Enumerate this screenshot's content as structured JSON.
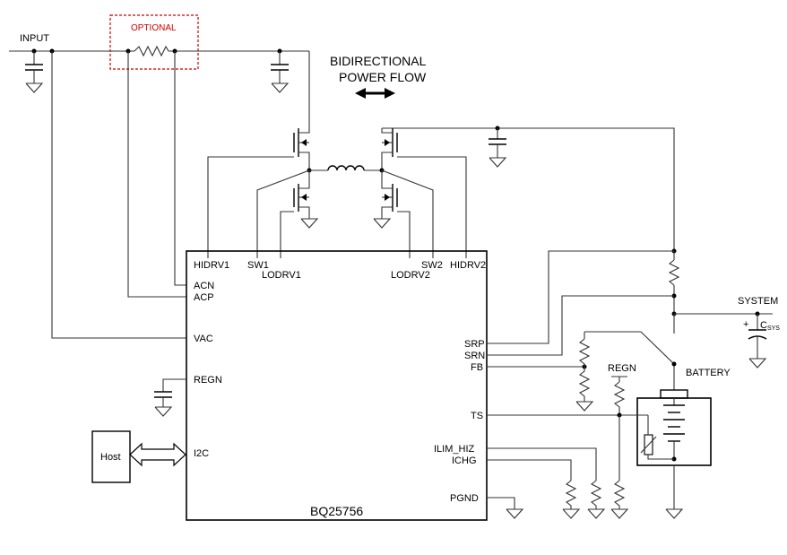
{
  "diagram": {
    "chip_name": "BQ25756",
    "input_label": "INPUT",
    "optional_label": "OPTIONAL",
    "power_flow_line1": "BIDIRECTIONAL",
    "power_flow_line2": "POWER FLOW",
    "system_label": "SYSTEM",
    "csys_main": "C",
    "csys_sub": "SYS",
    "csys_plus": "+",
    "battery_label": "BATTERY",
    "host_label": "Host",
    "regn_label": "REGN",
    "pins_top": [
      "HIDRV1",
      "SW1",
      "LODRV1",
      "SW2",
      "LODRV2",
      "HIDRV2"
    ],
    "pins_left": [
      "ACN",
      "ACP",
      "VAC",
      "REGN",
      "I2C"
    ],
    "pins_right": [
      "SRP",
      "SRN",
      "FB",
      "TS",
      "ILIM_HIZ",
      "ICHG",
      "PGND"
    ],
    "colors": {
      "optional_border": "#cc0000",
      "wire": "#333333"
    }
  }
}
